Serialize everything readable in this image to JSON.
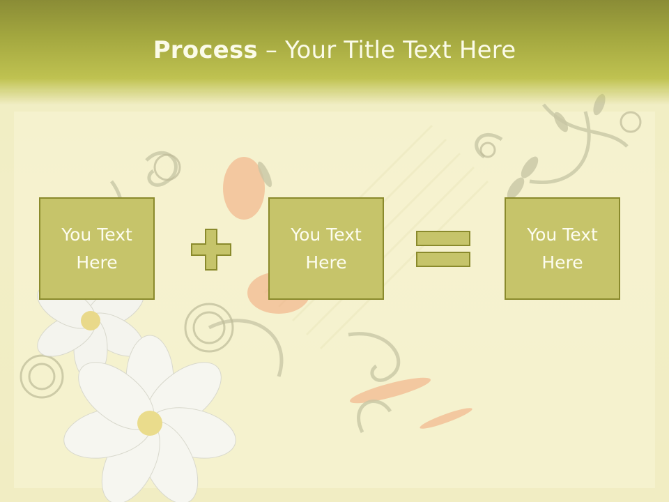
{
  "slide": {
    "title_bold": "Process",
    "title_rest": " – Your Title Text Here",
    "boxes": [
      {
        "text": "You Text Here"
      },
      {
        "text": "You Text Here"
      },
      {
        "text": "You Text Here"
      }
    ],
    "operators": [
      "plus-icon",
      "equals-icon"
    ]
  },
  "colors": {
    "title_band": "#a3a73f",
    "box_fill": "#c6c46a",
    "box_border": "#8a8a2c",
    "text": "#fdfdf0"
  }
}
